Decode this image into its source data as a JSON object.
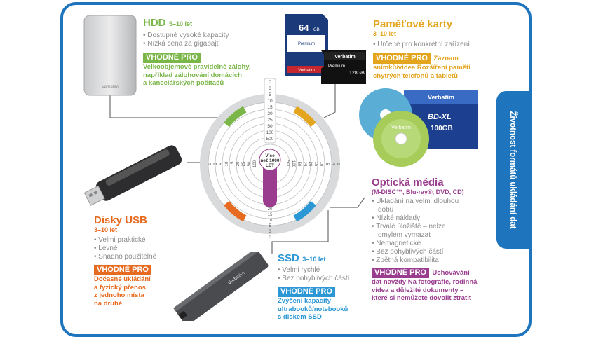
{
  "side_tab": "Životnost formátů ukládání dat",
  "center": {
    "line1": "Více",
    "line2": "než 1000",
    "line3": "LET"
  },
  "scale": {
    "top": [
      "0",
      "3",
      "5",
      "10",
      "15",
      "20",
      "25",
      "50",
      "100",
      "500"
    ],
    "left": [
      "0",
      "3",
      "5",
      "10",
      "15",
      "20",
      "25",
      "50",
      "100"
    ],
    "right": [
      "500",
      "100",
      "50",
      "25",
      "20",
      "15",
      "10",
      "5",
      "3",
      "0"
    ],
    "bottom": [
      "100",
      "50",
      "25",
      "20",
      "15",
      "10",
      "5",
      "3",
      "0"
    ]
  },
  "hdd": {
    "title": "HDD",
    "years": "5–10 let",
    "bullets": [
      "Dostupné vysoké kapacity",
      "Nízká cena za gigabajt"
    ],
    "vhodne": "VHODNÉ PRO",
    "use": [
      "Velkoobjemové pravidelné zálohy,",
      "například zálohování domácích",
      "a kancelářských počítačů"
    ]
  },
  "cards": {
    "title": "Paměťové karty",
    "years": "3–10 let",
    "bullets": [
      "Určené pro konkrétní zařízení"
    ],
    "vhodne": "VHODNÉ PRO",
    "use_inline": "Záznam",
    "use": [
      "snímků/videa Rozšíření paměti",
      "chytrých telefonů a tabletů"
    ],
    "sd_label": "64",
    "sd_unit": "GB",
    "sd_premium": "Premium",
    "micro_brand": "Verbatim",
    "micro_premium": "Premium",
    "micro_cap": "128GB",
    "brand": "Verbatim"
  },
  "usb": {
    "title": "Disky USB",
    "years": "3–10 let",
    "bullets": [
      "Velmi praktické",
      "Levné",
      "Snadno použitelné"
    ],
    "vhodne": "VHODNÉ PRO",
    "use": [
      "Dočasné ukládání",
      "a fyzický přenos",
      "z jednoho místa",
      "na druhé"
    ]
  },
  "ssd": {
    "title": "SSD",
    "years": "3–10 let",
    "bullets": [
      "Velmi rychlé",
      "Bez pohyblivých částí"
    ],
    "vhodne": "VHODNÉ PRO",
    "use": [
      "Zvýšení kapacity",
      "ultrabooků/notebooků",
      "s diskem SSD"
    ],
    "brand": "Verbatim"
  },
  "optical": {
    "title": "Optická média",
    "formats": "(M-DISC™, Blu-ray®, DVD, CD)",
    "bullets": [
      "Ukládání na velmi dlouhou",
      "dobu",
      "Nízké náklady",
      "Trvalé úložiště – nelze",
      "omylem vymazat",
      "Nemagnetické",
      "Bez pohyblivých částí",
      "Zpětná kompatibilita"
    ],
    "vhodne": "VHODNÉ PRO",
    "use_inline": "Uchovávání",
    "use": [
      "dat navždy Na fotografie, rodinná",
      "videa a důležité dokumenty –",
      "které si nemůžete dovolit ztratit"
    ],
    "bd_brand": "Verbatim",
    "bd_label": "BD-XL",
    "bd_cap": "100GB",
    "disc_brand": "Verbatim"
  },
  "colors": {
    "frame": "#1e75bd",
    "hdd": "#7ab648",
    "cards": "#e4a51e",
    "usb": "#e66a1f",
    "ssd": "#2b97d4",
    "optical": "#9a3d8f"
  },
  "icons": [
    "hdd-image",
    "sd-card-image",
    "microsd-card-image",
    "usb-stick-image",
    "ssd-image",
    "bluray-case-image",
    "cd-disc-image",
    "dvd-disc-image"
  ]
}
